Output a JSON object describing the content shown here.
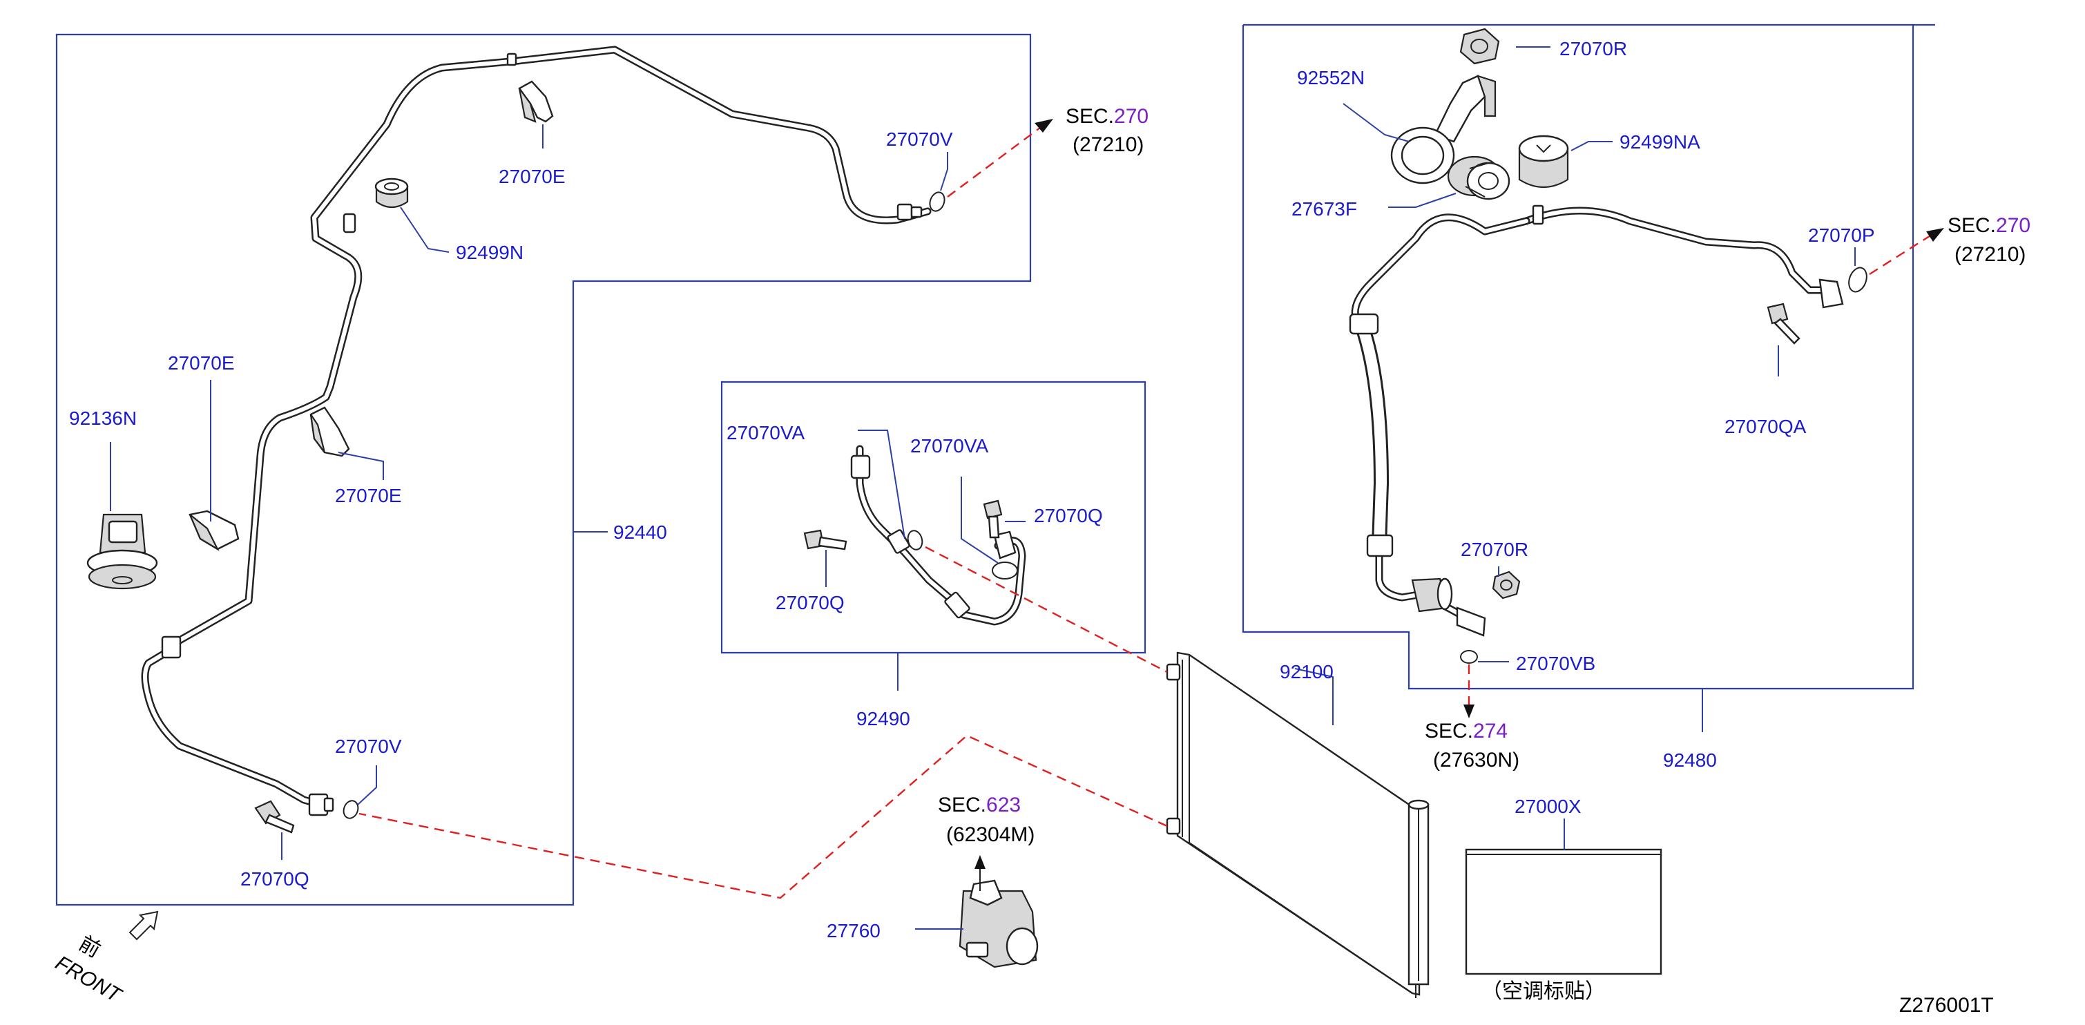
{
  "diagram_code": "Z276001T",
  "front_label": "FRONT",
  "front_glyph": "前",
  "sticker_caption": "（空调标贴）",
  "colors": {
    "part_number": "#1a1ad0",
    "frame": "#2d3fa6",
    "section_ref": "#7a1ec8",
    "dashed_line": "#e02020"
  },
  "parts": {
    "p27070V_top": "27070V",
    "p27070E_top": "27070E",
    "p92499N": "92499N",
    "p27070E_mid": "27070E",
    "p27070E_left": "27070E",
    "p92136N": "92136N",
    "p92440": "92440",
    "p27070V_bot": "27070V",
    "p27070Q_left": "27070Q",
    "p27070VA_left": "27070VA",
    "p27070VA_right": "27070VA",
    "p27070Q_mid_right": "27070Q",
    "p27070Q_mid_left": "27070Q",
    "p92490": "92490",
    "p92100": "92100",
    "p27760": "27760",
    "p27000X": "27000X",
    "p92552N": "92552N",
    "p27070R_top": "27070R",
    "p92499NA": "92499NA",
    "p27673F": "27673F",
    "p27070P": "27070P",
    "p27070QA": "27070QA",
    "p27070R_bot": "27070R",
    "p27070VB": "27070VB",
    "p92480": "92480"
  },
  "sections": {
    "s1": {
      "prefix": "SEC.",
      "num": "270",
      "ref": "(27210)"
    },
    "s2": {
      "prefix": "SEC.",
      "num": "270",
      "ref": "(27210)"
    },
    "s3": {
      "prefix": "SEC.",
      "num": "274",
      "ref": "(27630N)"
    },
    "s4": {
      "prefix": "SEC.",
      "num": "623",
      "ref": "(62304M)"
    }
  }
}
